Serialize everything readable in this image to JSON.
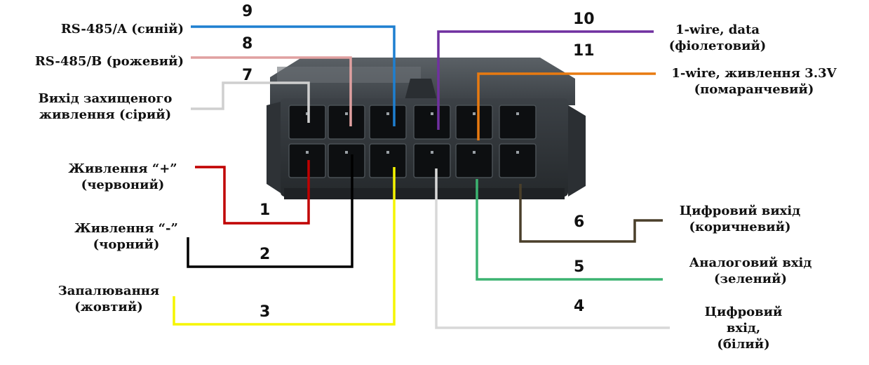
{
  "wires": [
    {
      "pin": "1",
      "label_lines": [
        "Живлення “+”",
        "(червоний)"
      ],
      "color": "#c00000"
    },
    {
      "pin": "2",
      "label_lines": [
        "Живлення “-”",
        "(чорний)"
      ],
      "color": "#000000"
    },
    {
      "pin": "3",
      "label_lines": [
        "Запалювання",
        "(жовтий)"
      ],
      "color": "#f5f500"
    },
    {
      "pin": "4",
      "label_lines": [
        "Цифровий",
        "вхід,",
        "(білий)"
      ],
      "color": "#d8d8d8"
    },
    {
      "pin": "5",
      "label_lines": [
        "Аналоговий вхід",
        "(зелений)"
      ],
      "color": "#3cb371"
    },
    {
      "pin": "6",
      "label_lines": [
        "Цифровий вихід",
        "(коричневий)"
      ],
      "color": "#4a3f2a"
    },
    {
      "pin": "7",
      "label_lines": [
        "Вихід захищеного",
        "живлення (сірий)"
      ],
      "color": "#cfcfcf"
    },
    {
      "pin": "8",
      "label_lines": [
        "RS-485/B (рожевий)"
      ],
      "color": "#e0a0a0"
    },
    {
      "pin": "9",
      "label_lines": [
        "RS-485/A (синій)"
      ],
      "color": "#1e7fd0"
    },
    {
      "pin": "10",
      "label_lines": [
        "1-wire, data",
        "(фіолетовий)"
      ],
      "color": "#7030a0"
    },
    {
      "pin": "11",
      "label_lines": [
        "1-wire, живлення 3.3V",
        "(помаранчевий)"
      ],
      "color": "#e87a10"
    }
  ],
  "connector": {
    "body_color": "#33383d",
    "cavity_color": "#0d0f11"
  }
}
